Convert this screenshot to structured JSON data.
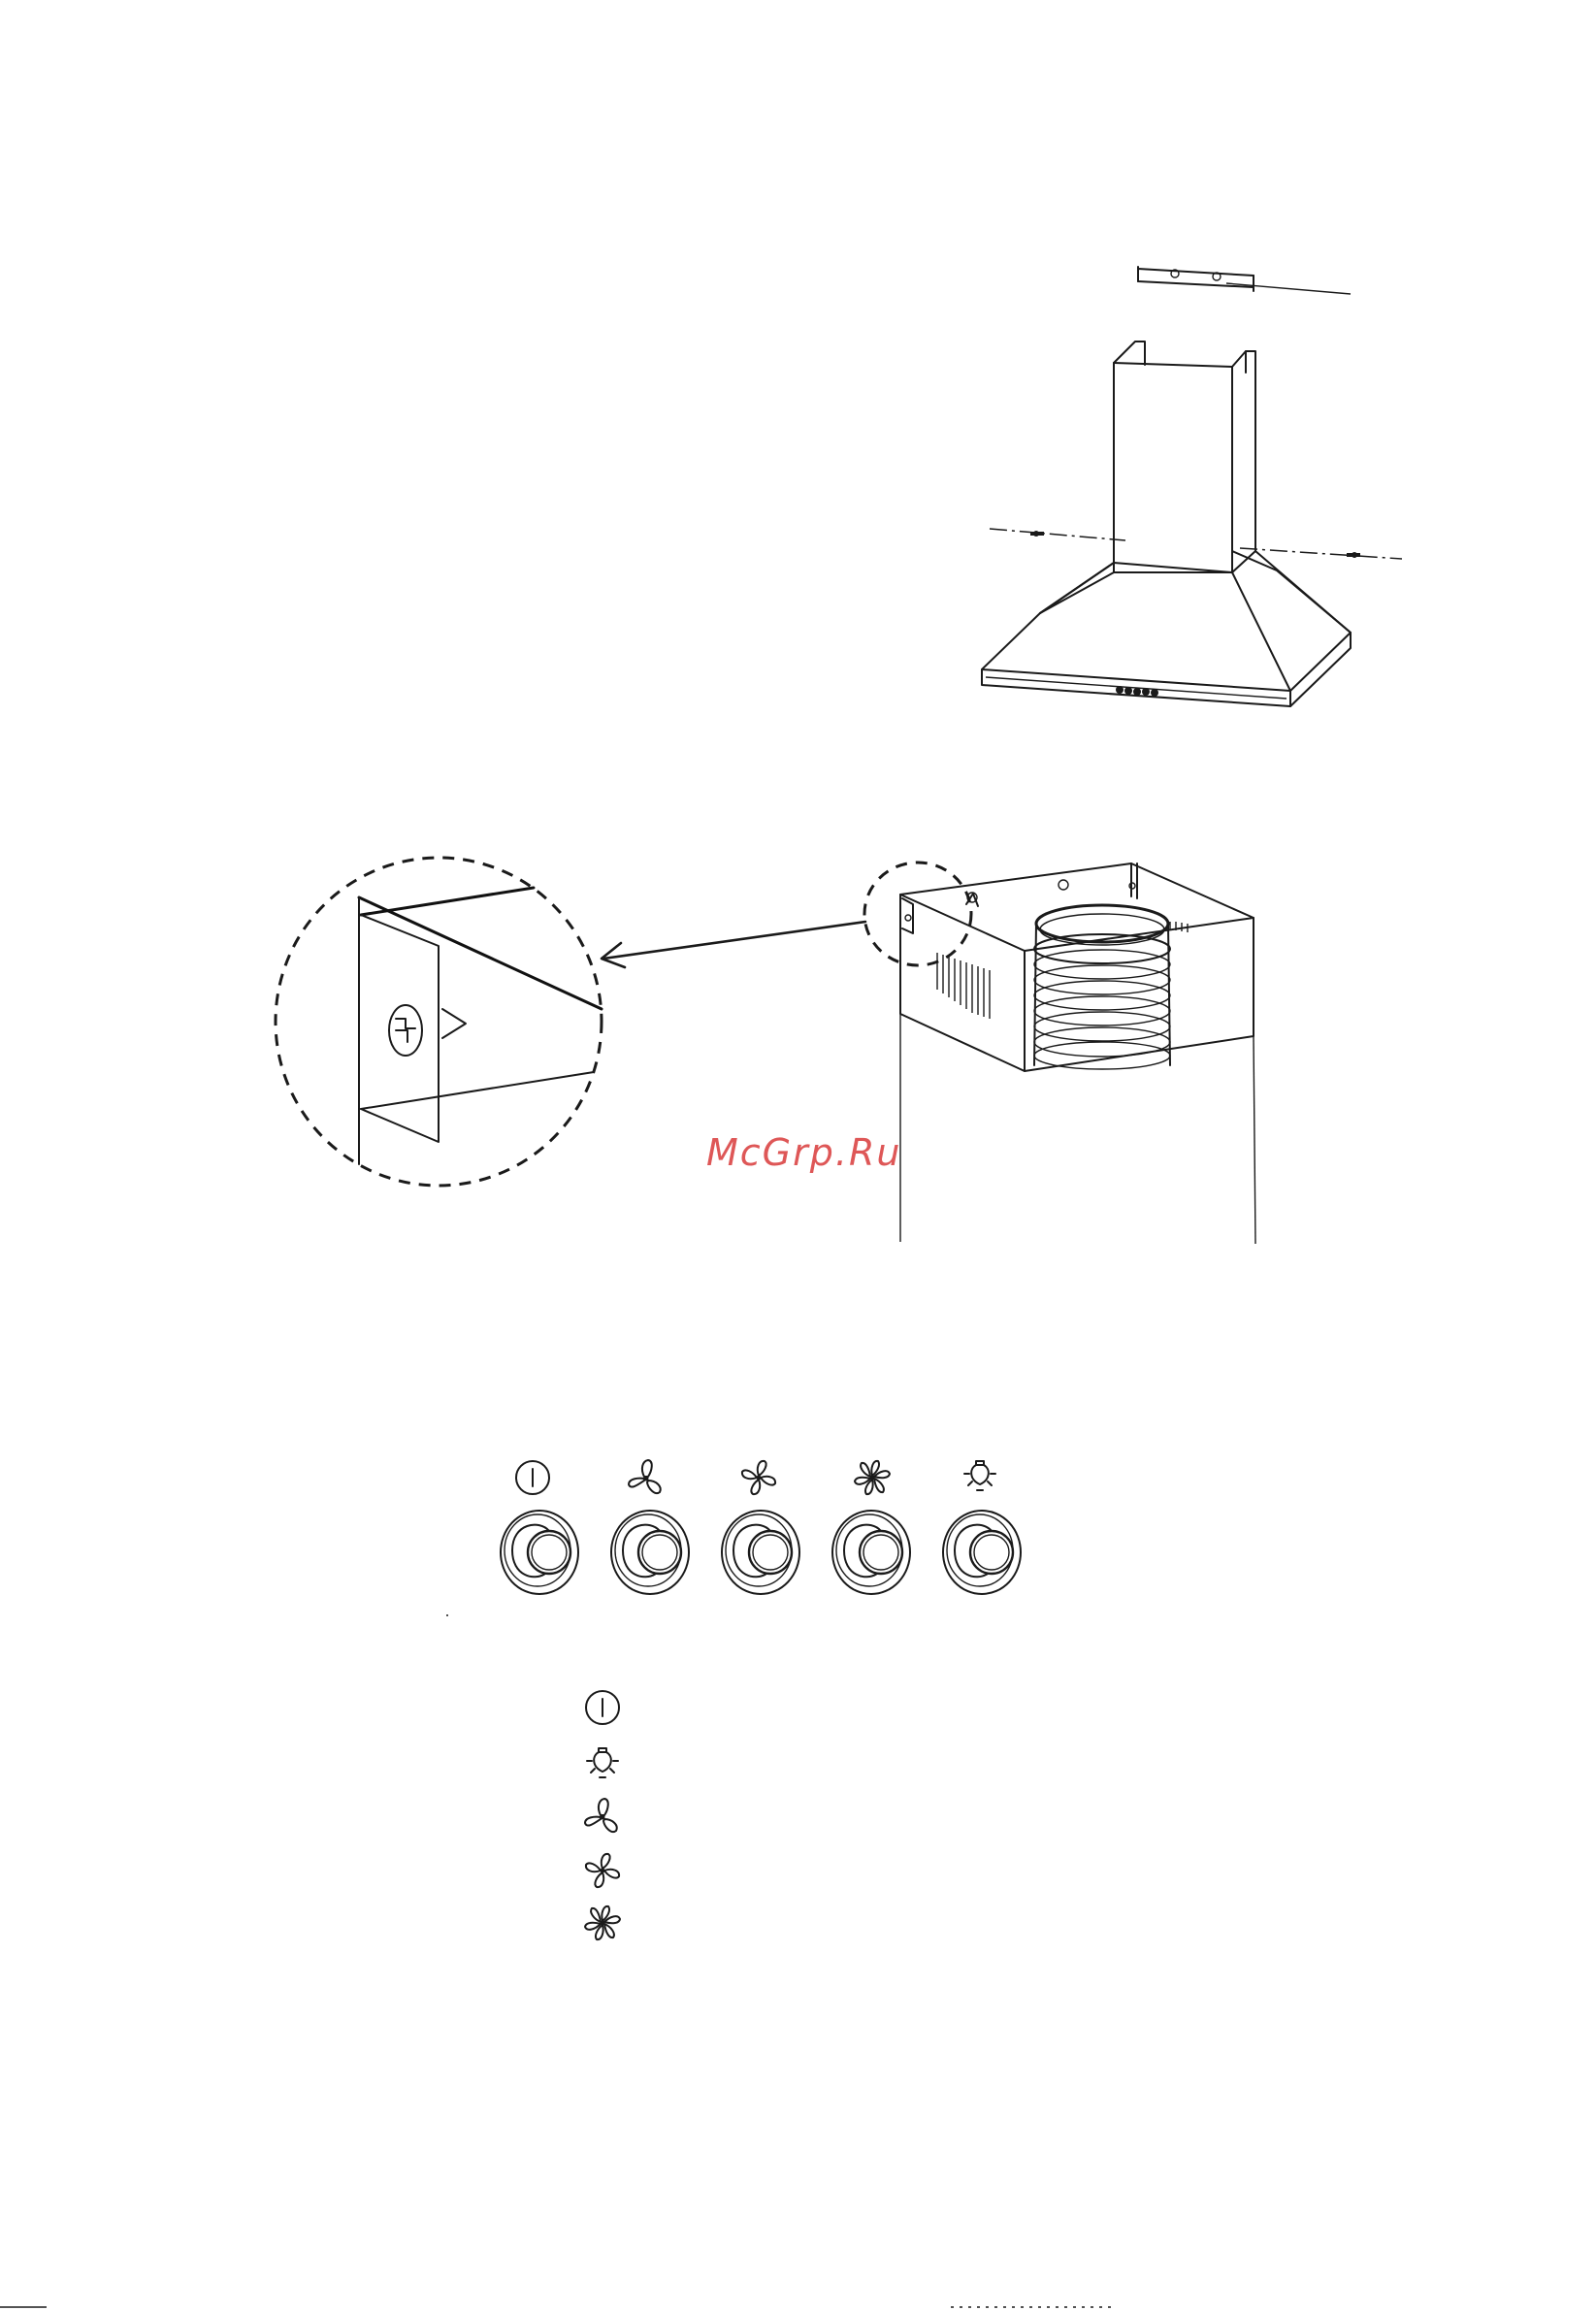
{
  "watermark": "McGrp.Ru",
  "control_panel": {
    "knobs": [
      {
        "name": "power",
        "icon": "power-icon"
      },
      {
        "name": "fan-speed-1",
        "icon": "fan-3-blade-icon"
      },
      {
        "name": "fan-speed-2",
        "icon": "fan-4-blade-icon"
      },
      {
        "name": "fan-speed-3",
        "icon": "fan-6-blade-icon"
      },
      {
        "name": "light",
        "icon": "lightbulb-icon"
      }
    ]
  },
  "legend": {
    "items": [
      {
        "icon": "power-icon"
      },
      {
        "icon": "lightbulb-icon"
      },
      {
        "icon": "fan-3-blade-icon"
      },
      {
        "icon": "fan-4-blade-icon"
      },
      {
        "icon": "fan-6-blade-icon"
      }
    ]
  }
}
